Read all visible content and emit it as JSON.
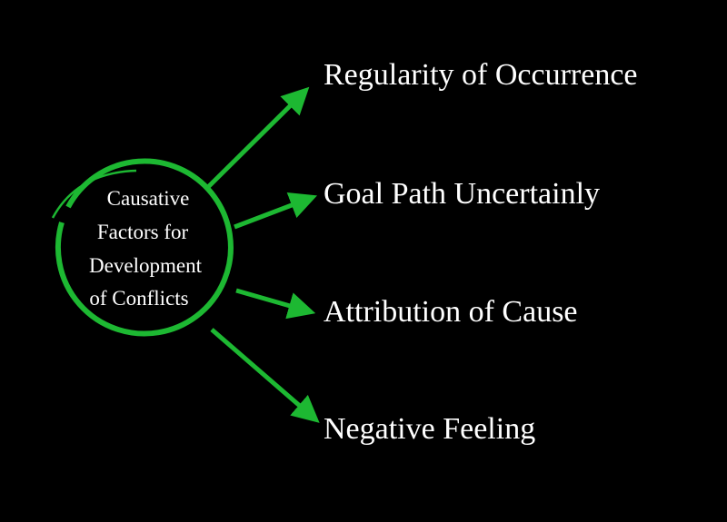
{
  "center": {
    "lines": [
      "Causative",
      "Factors for",
      "Development",
      "of Conflicts"
    ]
  },
  "branches": [
    {
      "label": "Regularity of Occurrence"
    },
    {
      "label": "Goal Path Uncertainly"
    },
    {
      "label": "Attribution of Cause"
    },
    {
      "label": "Negative Feeling"
    }
  ],
  "colors": {
    "accent": "#1db832",
    "background": "#000000",
    "text": "#ffffff"
  }
}
